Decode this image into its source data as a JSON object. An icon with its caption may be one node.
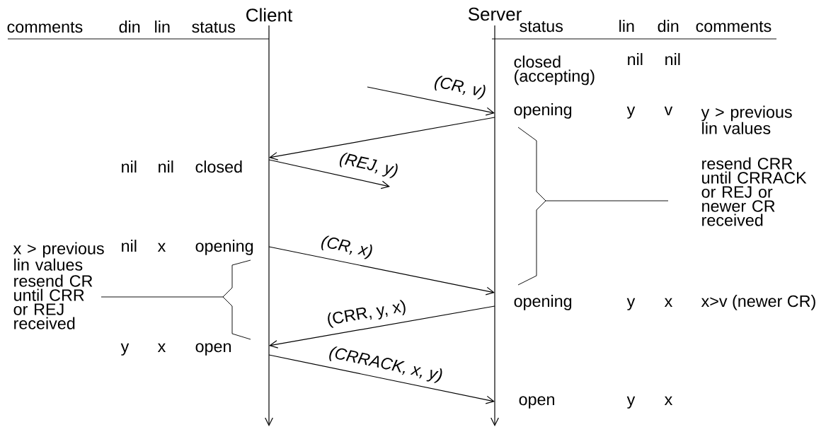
{
  "diagram": {
    "nodes": [
      {
        "text": [
          "Client"
        ]
      },
      {
        "text": [
          "Server"
        ]
      }
    ],
    "edges": [
      {
        "from": null,
        "to": 1,
        "arrow": "to",
        "label": "(CR, v)"
      },
      {
        "from": 1,
        "to": 0,
        "arrow": "to"
      },
      {
        "from": 0,
        "to": null,
        "arrow": "to",
        "label": "(REJ, y)"
      },
      {
        "from": 0,
        "to": 1,
        "arrow": "to",
        "label": "(CR, x)"
      },
      {
        "from": 1,
        "to": 0,
        "arrow": "to",
        "label": "(CRR, y, x)"
      },
      {
        "from": 0,
        "to": 1,
        "arrow": "to",
        "label": "(CRRACK, x, y)"
      }
    ],
    "labels": [
      "comments",
      "din",
      "lin",
      "status",
      "status",
      "lin",
      "din",
      "comments",
      "closed (accepting)",
      "nil",
      "nil",
      "opening",
      "y",
      "v",
      "y > previous lin values",
      "nil",
      "nil",
      "closed",
      "resend CRR until CRRACK or REJ or newer CR received",
      "x > previous lin values",
      "nil",
      "x",
      "opening",
      "resend CR until CRR or REJ received",
      "opening",
      "y",
      "x",
      "x>v (newer CR)",
      "y",
      "x",
      "open",
      "open",
      "y",
      "x"
    ]
  }
}
